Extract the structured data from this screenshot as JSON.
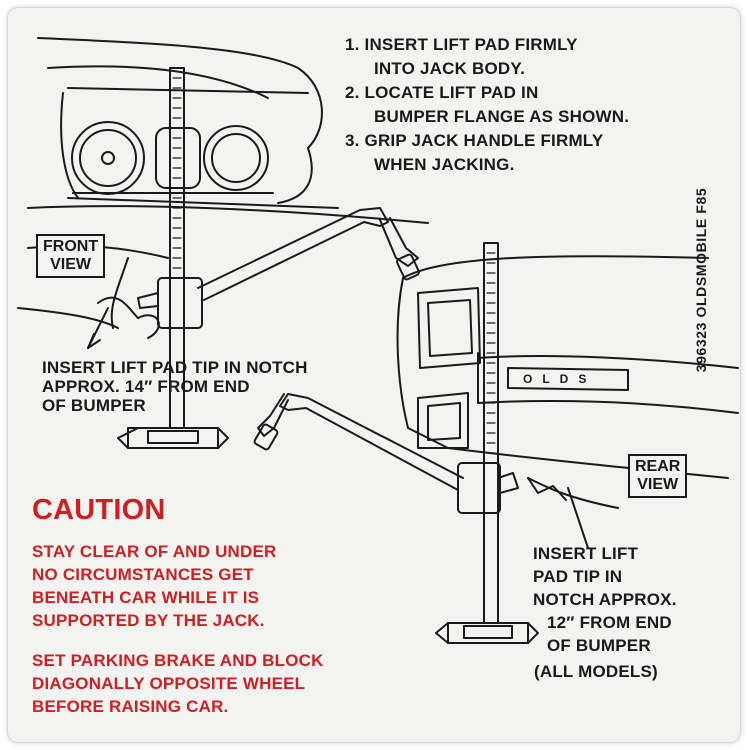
{
  "instructions": [
    {
      "number": "1.",
      "line1": "INSERT LIFT PAD FIRMLY",
      "line2": "INTO JACK BODY."
    },
    {
      "number": "2.",
      "line1": "LOCATE LIFT PAD IN",
      "line2": "BUMPER FLANGE AS SHOWN."
    },
    {
      "number": "3.",
      "line1": "GRIP JACK HANDLE FIRMLY",
      "line2": "WHEN JACKING."
    }
  ],
  "part_number": "396323 OLDSMOBILE F85",
  "front": {
    "view_line1": "FRONT",
    "view_line2": "VIEW",
    "note_lines": [
      "INSERT LIFT PAD TIP IN NOTCH",
      "APPROX. 14″ FROM END",
      "OF BUMPER"
    ]
  },
  "rear": {
    "view_line1": "REAR",
    "view_line2": "VIEW",
    "note_lines": [
      "INSERT LIFT",
      "PAD TIP IN",
      "NOTCH APPROX.",
      "12″ FROM END",
      "OF BUMPER"
    ],
    "models": "(ALL MODELS)"
  },
  "caution": {
    "title": "CAUTION",
    "para1": [
      "STAY CLEAR OF AND UNDER",
      "NO CIRCUMSTANCES GET",
      "BENEATH CAR WHILE IT IS",
      "SUPPORTED BY THE JACK."
    ],
    "para2": [
      "SET PARKING BRAKE AND BLOCK",
      "DIAGONALLY OPPOSITE WHEEL",
      "BEFORE RAISING CAR."
    ]
  },
  "emblem_text": "OLDS",
  "colors": {
    "ink": "#1a1a1a",
    "caution_red": "#d21e22",
    "label_background": "#f3f3f1"
  }
}
